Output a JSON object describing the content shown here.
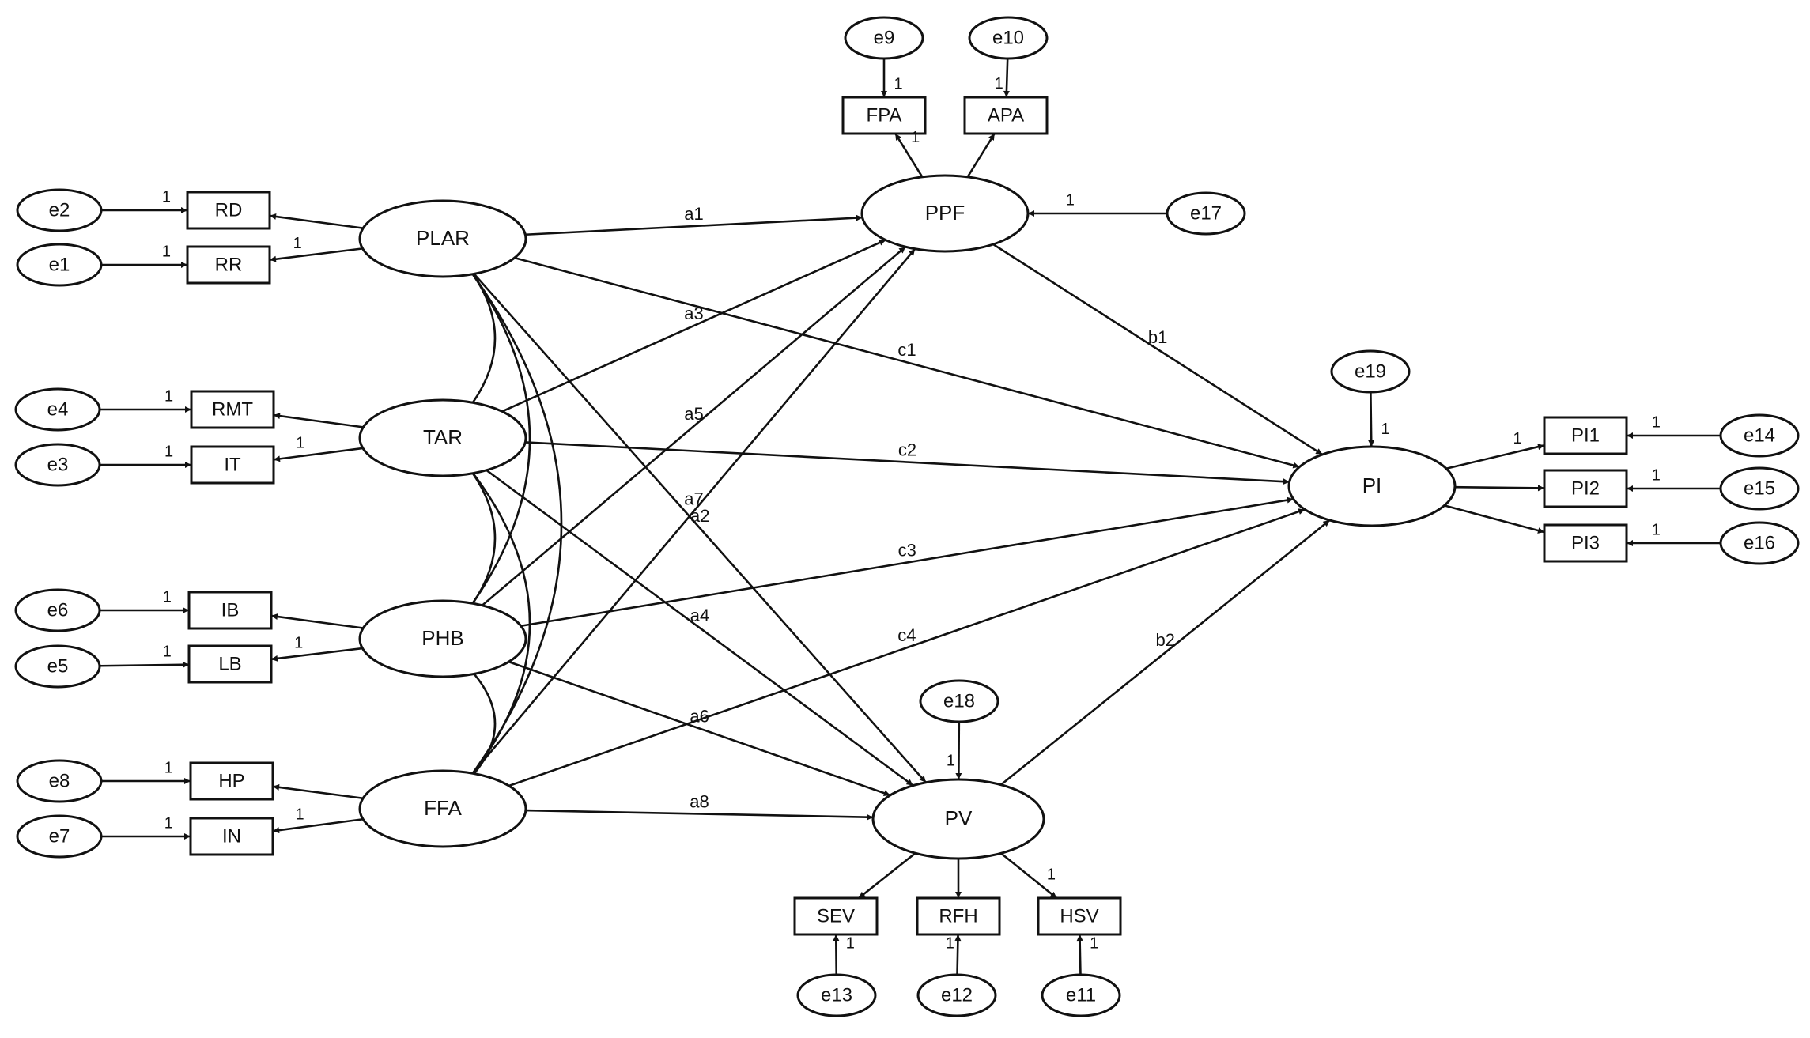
{
  "diagram": {
    "latent": [
      {
        "id": "PLAR",
        "label": "PLAR"
      },
      {
        "id": "TAR",
        "label": "TAR"
      },
      {
        "id": "PHB",
        "label": "PHB"
      },
      {
        "id": "FFA",
        "label": "FFA"
      },
      {
        "id": "PPF",
        "label": "PPF"
      },
      {
        "id": "PV",
        "label": "PV"
      },
      {
        "id": "PI",
        "label": "PI"
      }
    ],
    "errors": [
      {
        "id": "e1",
        "label": "e1"
      },
      {
        "id": "e2",
        "label": "e2"
      },
      {
        "id": "e3",
        "label": "e3"
      },
      {
        "id": "e4",
        "label": "e4"
      },
      {
        "id": "e5",
        "label": "e5"
      },
      {
        "id": "e6",
        "label": "e6"
      },
      {
        "id": "e7",
        "label": "e7"
      },
      {
        "id": "e8",
        "label": "e8"
      },
      {
        "id": "e9",
        "label": "e9"
      },
      {
        "id": "e10",
        "label": "e10"
      },
      {
        "id": "e11",
        "label": "e11"
      },
      {
        "id": "e12",
        "label": "e12"
      },
      {
        "id": "e13",
        "label": "e13"
      },
      {
        "id": "e14",
        "label": "e14"
      },
      {
        "id": "e15",
        "label": "e15"
      },
      {
        "id": "e16",
        "label": "e16"
      },
      {
        "id": "e17",
        "label": "e17"
      },
      {
        "id": "e18",
        "label": "e18"
      },
      {
        "id": "e19",
        "label": "e19"
      }
    ],
    "observed": [
      {
        "id": "RD",
        "label": "RD"
      },
      {
        "id": "RR",
        "label": "RR"
      },
      {
        "id": "RMT",
        "label": "RMT"
      },
      {
        "id": "IT",
        "label": "IT"
      },
      {
        "id": "IB",
        "label": "IB"
      },
      {
        "id": "LB",
        "label": "LB"
      },
      {
        "id": "HP",
        "label": "HP"
      },
      {
        "id": "IN",
        "label": "IN"
      },
      {
        "id": "FPA",
        "label": "FPA"
      },
      {
        "id": "APA",
        "label": "APA"
      },
      {
        "id": "SEV",
        "label": "SEV"
      },
      {
        "id": "RFH",
        "label": "RFH"
      },
      {
        "id": "HSV",
        "label": "HSV"
      },
      {
        "id": "PI1",
        "label": "PI1"
      },
      {
        "id": "PI2",
        "label": "PI2"
      },
      {
        "id": "PI3",
        "label": "PI3"
      }
    ],
    "edges": [
      {
        "from": "e2",
        "to": "RD",
        "label": "1"
      },
      {
        "from": "e1",
        "to": "RR",
        "label": "1"
      },
      {
        "from": "e4",
        "to": "RMT",
        "label": "1"
      },
      {
        "from": "e3",
        "to": "IT",
        "label": "1"
      },
      {
        "from": "e6",
        "to": "IB",
        "label": "1"
      },
      {
        "from": "e5",
        "to": "LB",
        "label": "1"
      },
      {
        "from": "e8",
        "to": "HP",
        "label": "1"
      },
      {
        "from": "e7",
        "to": "IN",
        "label": "1"
      },
      {
        "from": "PLAR",
        "to": "RD",
        "label": ""
      },
      {
        "from": "PLAR",
        "to": "RR",
        "label": "1"
      },
      {
        "from": "TAR",
        "to": "RMT",
        "label": ""
      },
      {
        "from": "TAR",
        "to": "IT",
        "label": "1"
      },
      {
        "from": "PHB",
        "to": "IB",
        "label": ""
      },
      {
        "from": "PHB",
        "to": "LB",
        "label": "1"
      },
      {
        "from": "FFA",
        "to": "HP",
        "label": ""
      },
      {
        "from": "FFA",
        "to": "IN",
        "label": "1"
      },
      {
        "from": "e9",
        "to": "FPA",
        "label": "1"
      },
      {
        "from": "e10",
        "to": "APA",
        "label": "1"
      },
      {
        "from": "PPF",
        "to": "FPA",
        "label": "1"
      },
      {
        "from": "PPF",
        "to": "APA",
        "label": ""
      },
      {
        "from": "e17",
        "to": "PPF",
        "label": "1"
      },
      {
        "from": "PLAR",
        "to": "PPF",
        "label": "a1"
      },
      {
        "from": "TAR",
        "to": "PPF",
        "label": "a3"
      },
      {
        "from": "PHB",
        "to": "PPF",
        "label": "a5"
      },
      {
        "from": "FFA",
        "to": "PPF",
        "label": "a7"
      },
      {
        "from": "PLAR",
        "to": "PV",
        "label": "a2"
      },
      {
        "from": "TAR",
        "to": "PV",
        "label": "a4"
      },
      {
        "from": "PHB",
        "to": "PV",
        "label": "a6"
      },
      {
        "from": "FFA",
        "to": "PV",
        "label": "a8"
      },
      {
        "from": "PLAR",
        "to": "PI",
        "label": "c1"
      },
      {
        "from": "TAR",
        "to": "PI",
        "label": "c2"
      },
      {
        "from": "PHB",
        "to": "PI",
        "label": "c3"
      },
      {
        "from": "FFA",
        "to": "PI",
        "label": "c4"
      },
      {
        "from": "PPF",
        "to": "PI",
        "label": "b1"
      },
      {
        "from": "PV",
        "to": "PI",
        "label": "b2"
      },
      {
        "from": "e18",
        "to": "PV",
        "label": "1"
      },
      {
        "from": "e19",
        "to": "PI",
        "label": "1"
      },
      {
        "from": "PV",
        "to": "SEV",
        "label": ""
      },
      {
        "from": "PV",
        "to": "RFH",
        "label": ""
      },
      {
        "from": "PV",
        "to": "HSV",
        "label": "1"
      },
      {
        "from": "e13",
        "to": "SEV",
        "label": "1"
      },
      {
        "from": "e12",
        "to": "RFH",
        "label": "1"
      },
      {
        "from": "e11",
        "to": "HSV",
        "label": "1"
      },
      {
        "from": "PI",
        "to": "PI1",
        "label": "1"
      },
      {
        "from": "PI",
        "to": "PI2",
        "label": ""
      },
      {
        "from": "PI",
        "to": "PI3",
        "label": ""
      },
      {
        "from": "e14",
        "to": "PI1",
        "label": "1"
      },
      {
        "from": "e15",
        "to": "PI2",
        "label": "1"
      },
      {
        "from": "e16",
        "to": "PI3",
        "label": "1"
      }
    ],
    "covariances": [
      {
        "between": [
          "PLAR",
          "TAR"
        ]
      },
      {
        "between": [
          "PLAR",
          "PHB"
        ]
      },
      {
        "between": [
          "PLAR",
          "FFA"
        ]
      },
      {
        "between": [
          "TAR",
          "PHB"
        ]
      },
      {
        "between": [
          "TAR",
          "FFA"
        ]
      },
      {
        "between": [
          "PHB",
          "FFA"
        ]
      }
    ]
  }
}
